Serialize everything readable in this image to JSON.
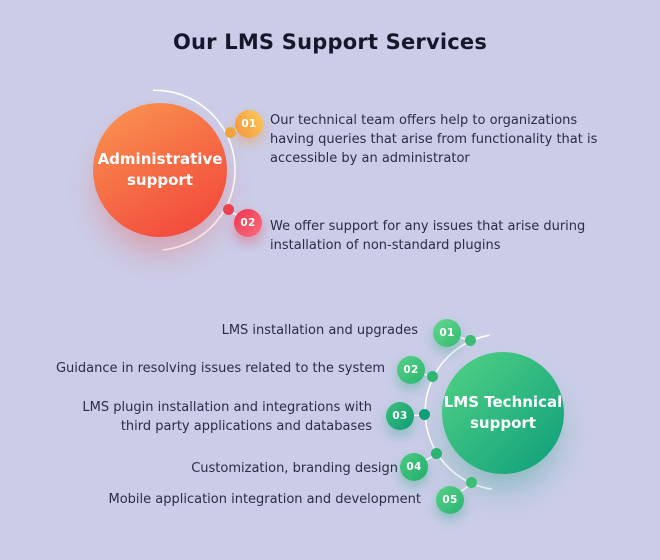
{
  "title": "Our LMS Support Services",
  "colors": {
    "background": "#CBCDE8",
    "title_text": "#16172B",
    "body_text": "#2B2C42",
    "admin_circle_gradient": [
      "#F9934F",
      "#F2453B"
    ],
    "tech_circle_gradient": [
      "#4FD084",
      "#0D9E7B"
    ],
    "badge_01_admin_gradient": [
      "#F2953C",
      "#FCCA57"
    ],
    "badge_02_admin_gradient": [
      "#EE3550",
      "#FB6E7B"
    ],
    "tech_badge_green": "#35BA74",
    "arc_line": "#FFFFFF"
  },
  "sections": [
    {
      "id": "administrative",
      "circle_label": "Administrative\nsupport",
      "items": [
        {
          "number": "01",
          "text": "Our technical team offers help to organizations\nhaving queries that arise from functionality that is\naccessible by an administrator"
        },
        {
          "number": "02",
          "text": "We offer support for any issues that arise during\ninstallation of non-standard plugins"
        }
      ]
    },
    {
      "id": "lms-technical",
      "circle_label": "LMS Technical\nsupport",
      "items": [
        {
          "number": "01",
          "text": "LMS installation and upgrades"
        },
        {
          "number": "02",
          "text": "Guidance in resolving issues related to the system"
        },
        {
          "number": "03",
          "text": "LMS plugin installation and integrations with\nthird party applications and databases"
        },
        {
          "number": "04",
          "text": "Customization, branding design"
        },
        {
          "number": "05",
          "text": "Mobile application integration and development"
        }
      ]
    }
  ]
}
